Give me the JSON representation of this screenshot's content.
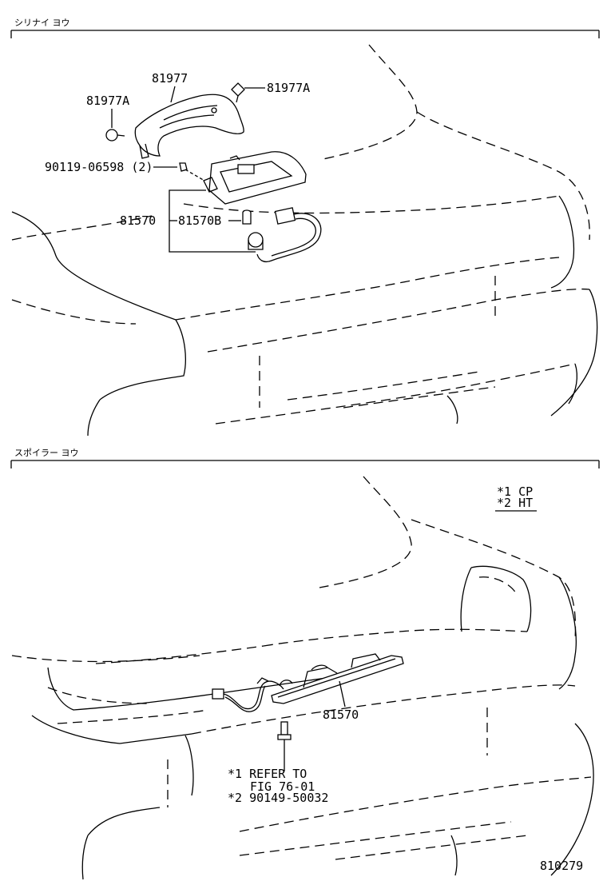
{
  "sections": [
    {
      "id": "top",
      "title": "シリナイ  ヨウ"
    },
    {
      "id": "bottom",
      "title": "スポイラー  ヨウ"
    }
  ],
  "top_labels": {
    "cover": "81977",
    "clip_left": "81977A",
    "clip_right": "81977A",
    "screw": "90119-06598 (2)",
    "lamp": "81570",
    "bulb": "81570B"
  },
  "legend": {
    "cp": "*1  CP",
    "ht": "*2  HT"
  },
  "bottom_labels": {
    "lamp": "81570",
    "note_line1": "*1  REFER TO",
    "note_line2": "FIG 76-01",
    "note_line3": "*2  90149-50032"
  },
  "figure_number": "810279"
}
